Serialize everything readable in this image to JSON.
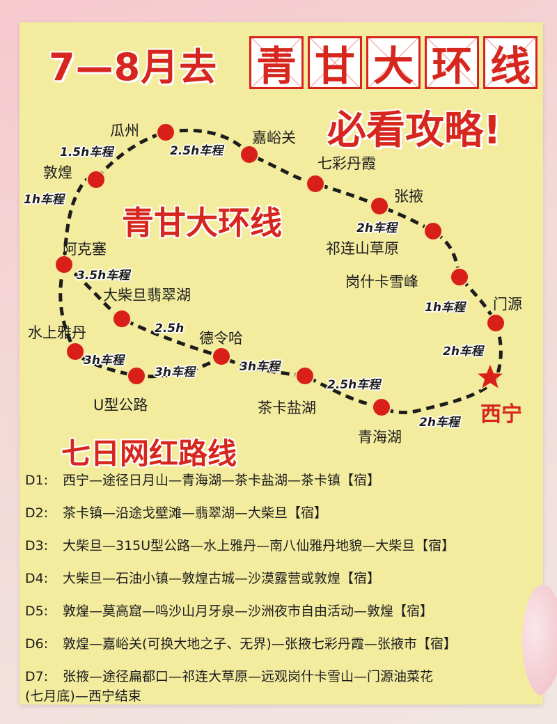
{
  "header": {
    "title_prefix": "7—8月去",
    "title_chars": [
      "青",
      "甘",
      "大",
      "环",
      "线"
    ],
    "subtitle": "必看攻略!"
  },
  "map": {
    "title": "青甘大环线",
    "stops": {
      "guazhou": "瓜州",
      "jiayuguan": "嘉峪关",
      "qicai": "七彩丹霞",
      "zhangye": "张掖",
      "qilian": "祁连山草原",
      "gangshika": "岗什卡雪峰",
      "menyuan": "门源",
      "dunhuang": "敦煌",
      "akesai": "阿克塞",
      "dachaidan": "大柴旦翡翠湖",
      "shuishang": "水上雅丹",
      "delingha": "德令哈",
      "uroad": "U型公路",
      "chaka": "茶卡盐湖",
      "qinghaihu": "青海湖",
      "xining": "西宁"
    },
    "durations": {
      "d1": "1.5h车程",
      "d2": "2.5h车程",
      "d3": "1h车程",
      "d4": "2h车程",
      "d5": "3.5h车程",
      "d6": "1h车程",
      "d7": "2.5h",
      "d8": "2h车程",
      "d9": "3h车程",
      "d10": "3h车程",
      "d11": "3h车程",
      "d12": "2.5h车程",
      "d13": "2h车程"
    },
    "colors": {
      "dot": "#d81f1a",
      "star": "#d81f1a",
      "path": "#1c1c1c"
    }
  },
  "route": {
    "title": "七日网红路线",
    "days": [
      {
        "id": "D1:",
        "text": "西宁—途径日月山—青海湖—茶卡盐湖—茶卡镇【宿】"
      },
      {
        "id": "D2:",
        "text": "茶卡镇—沿途戈壁滩—翡翠湖—大柴旦【宿】"
      },
      {
        "id": "D3:",
        "text": "大柴旦—315U型公路—水上雅丹—南八仙雅丹地貌—大柴旦【宿】"
      },
      {
        "id": "D4:",
        "text": "大柴旦—石油小镇—敦煌古城—沙漠露营或敦煌【宿】"
      },
      {
        "id": "D5:",
        "text": "敦煌—莫高窟—鸣沙山月牙泉—沙洲夜市自由活动—敦煌【宿】"
      },
      {
        "id": "D6:",
        "text": "敦煌—嘉峪关(可换大地之子、无界)—张掖七彩丹霞—张掖市【宿】"
      },
      {
        "id": "D7:",
        "text": "张掖—途径扁都口—祁连大草原—远观岗什卡雪山—门源油菜花",
        "text2": "(七月底)—西宁结束"
      }
    ]
  }
}
